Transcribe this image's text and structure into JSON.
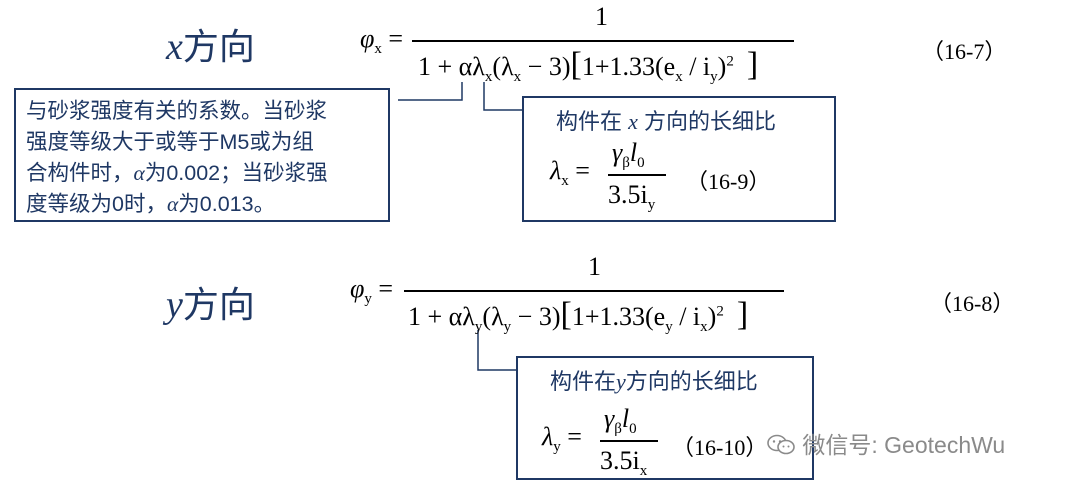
{
  "x_section": {
    "heading_var": "x",
    "heading_text": "方向",
    "eq_number": "（16-7）",
    "formula": {
      "lhs": "φ",
      "lhs_sub": "x",
      "numerator": "1",
      "den_1": "1 + αλ",
      "den_1_sub": "x",
      "den_2": "(λ",
      "den_2_sub": "x",
      "den_3": " − 3)",
      "bracket_open": "[",
      "den_4": "1+1.33(e",
      "den_4_sub": "x",
      "den_5": " / i",
      "den_5_sub": "y",
      "den_6": ")",
      "den_6_sup": "2",
      "bracket_close": "]"
    },
    "note_lines": [
      "与砂浆强度有关的系数。当砂浆",
      "强度等级大于或等于M5或为组",
      "合构件时，",
      "为0.002；当砂浆强",
      "度等级为0时，",
      "为0.013。"
    ],
    "note_alpha": "α",
    "slenderness_box": {
      "title_pre": "构件在 ",
      "title_var": "x",
      "title_post": " 方向的长细比",
      "lhs": "λ",
      "lhs_sub": "x",
      "num_1": "γ",
      "num_1_sub": "β",
      "num_2": "l",
      "num_2_sub": "0",
      "den_1": "3.5i",
      "den_1_sub": "y",
      "eq_number": "（16-9）"
    }
  },
  "y_section": {
    "heading_var": "y",
    "heading_text": "方向",
    "eq_number": "（16-8）",
    "formula": {
      "lhs": "φ",
      "lhs_sub": "y",
      "numerator": "1",
      "den_1": "1 + αλ",
      "den_1_sub": "y",
      "den_2": "(λ",
      "den_2_sub": "y",
      "den_3": " − 3)",
      "bracket_open": "[",
      "den_4": "1+1.33(e",
      "den_4_sub": "y",
      "den_5": " / i",
      "den_5_sub": "x",
      "den_6": ")",
      "den_6_sup": "2",
      "bracket_close": "]"
    },
    "slenderness_box": {
      "title_pre": "构件在",
      "title_var": "y",
      "title_post": "方向的长细比",
      "lhs": "λ",
      "lhs_sub": "y",
      "num_1": "γ",
      "num_1_sub": "β",
      "num_2": "l",
      "num_2_sub": "0",
      "den_1": "3.5i",
      "den_1_sub": "x",
      "eq_number": "（16-10）"
    }
  },
  "watermark": {
    "icon": "wechat-icon",
    "text": "微信号: GeotechWu"
  },
  "colors": {
    "accent": "#1f3864",
    "watermark": "#8a8a8a"
  }
}
